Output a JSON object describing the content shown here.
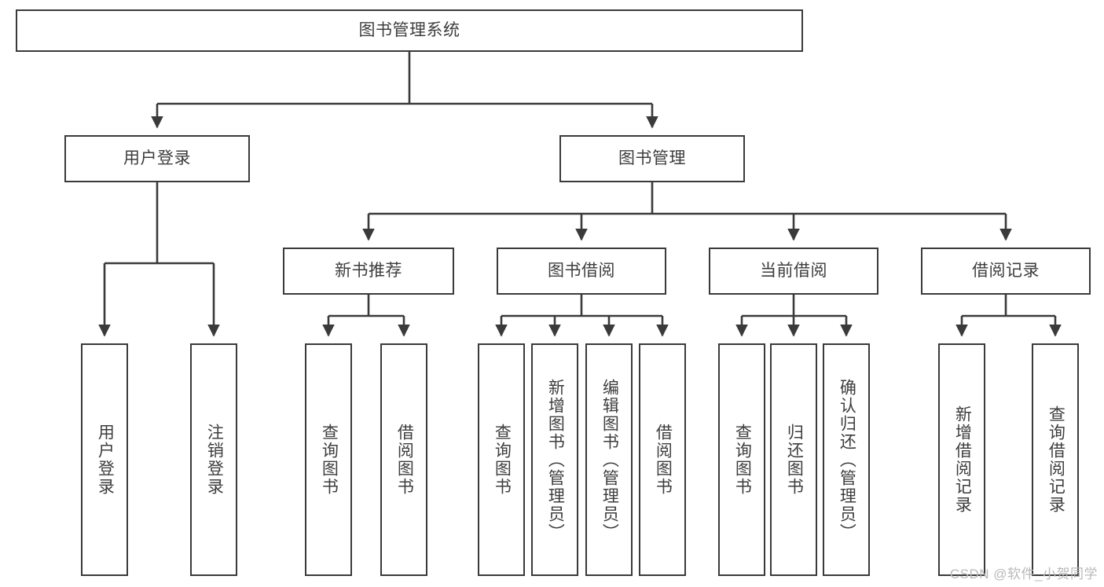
{
  "diagram": {
    "title": "图书管理系统",
    "type": "tree",
    "stroke_color": "#3a3a3a",
    "text_color": "#3d3d3d",
    "background_color": "#ffffff",
    "nodes": {
      "root": {
        "label": "图书管理系统"
      },
      "user_login": {
        "label": "用户登录"
      },
      "book_manage": {
        "label": "图书管理"
      },
      "new_book_rec": {
        "label": "新书推荐"
      },
      "book_borrow": {
        "label": "图书借阅"
      },
      "current_borrow": {
        "label": "当前借阅"
      },
      "borrow_record": {
        "label": "借阅记录"
      },
      "leaf_user_login": {
        "label": "用户登录"
      },
      "leaf_logout": {
        "label": "注销登录"
      },
      "leaf_query_book_1": {
        "label": "查询图书"
      },
      "leaf_borrow_book_1": {
        "label": "借阅图书"
      },
      "leaf_query_book_2": {
        "label": "查询图书"
      },
      "leaf_add_book": {
        "label": "新增图书（管理员）"
      },
      "leaf_edit_book": {
        "label": "编辑图书（管理员）"
      },
      "leaf_borrow_book_2": {
        "label": "借阅图书"
      },
      "leaf_query_book_3": {
        "label": "查询图书"
      },
      "leaf_return_book": {
        "label": "归还图书"
      },
      "leaf_confirm_return": {
        "label": "确认归还（管理员）"
      },
      "leaf_add_record": {
        "label": "新增借阅记录"
      },
      "leaf_query_record": {
        "label": "查询借阅记录"
      }
    }
  },
  "watermark": {
    "text": "CSDN @软件_小贺同学"
  }
}
